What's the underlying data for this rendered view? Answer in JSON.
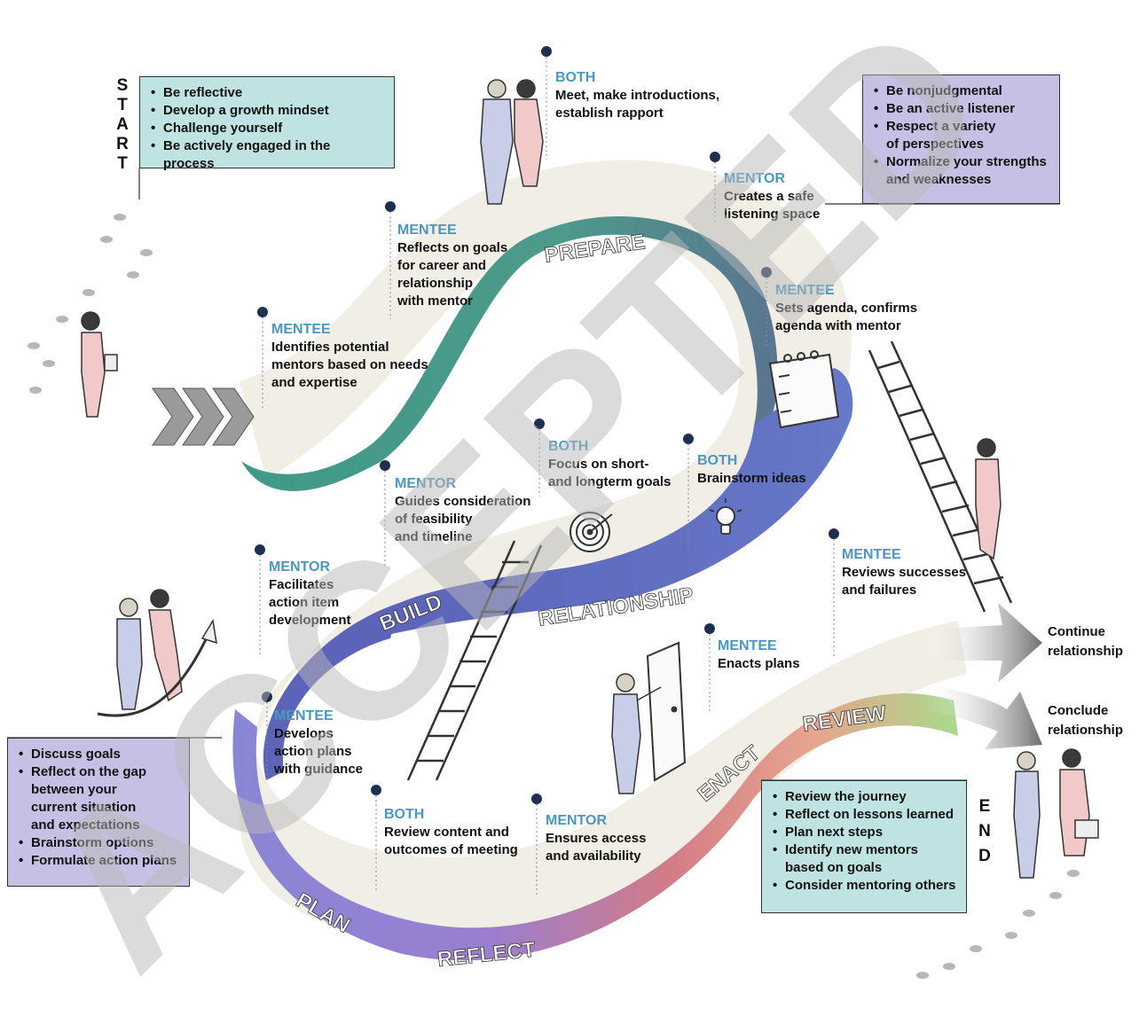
{
  "watermark": "ACCEPTED",
  "start_label": [
    "S",
    "T",
    "A",
    "R",
    "T"
  ],
  "end_label": [
    "E",
    "N",
    "D"
  ],
  "start_box": {
    "items": [
      "Be reflective",
      "Develop a growth mindset",
      "Challenge yourself",
      "Be actively engaged in the process"
    ]
  },
  "mentor_box": {
    "items": [
      "Be nonjudgmental",
      "Be an active listener",
      "Respect a variety\nof perspectives",
      "Normalize your strengths\nand weaknesses"
    ]
  },
  "left_box": {
    "items": [
      "Discuss goals",
      "Reflect on the gap\nbetween your\ncurrent situation\nand expectations",
      "Brainstorm options",
      "Formulate action plans"
    ]
  },
  "end_box": {
    "items": [
      "Review the journey",
      "Reflect on lessons learned",
      "Plan next steps",
      "Identify new mentors\nbased on goals",
      "Consider mentoring others"
    ]
  },
  "phases": {
    "prepare": "PREPARE",
    "build": "BUILD",
    "relationship": "RELATIONSHIP",
    "plan": "PLAN",
    "reflect": "REFLECT",
    "enact": "ENACT",
    "review": "REVIEW"
  },
  "steps": [
    {
      "role": "BOTH",
      "desc": "Meet, make introductions,\nestablish rapport"
    },
    {
      "role": "MENTOR",
      "desc": "Creates a safe\nlistening space"
    },
    {
      "role": "MENTEE",
      "desc": "Reflects on goals\nfor career and\nrelationship\nwith mentor"
    },
    {
      "role": "MENTEE",
      "desc": "Identifies potential\nmentors based on needs\nand expertise"
    },
    {
      "role": "MENTEE",
      "desc": "Sets agenda, confirms\nagenda with mentor"
    },
    {
      "role": "BOTH",
      "desc": "Focus on short-\nand longterm goals"
    },
    {
      "role": "BOTH",
      "desc": "Brainstorm ideas"
    },
    {
      "role": "MENTOR",
      "desc": "Guides consideration\nof feasibility\nand timeline"
    },
    {
      "role": "MENTOR",
      "desc": "Facilitates\naction item\ndevelopment"
    },
    {
      "role": "MENTEE",
      "desc": "Reviews successes\nand failures"
    },
    {
      "role": "MENTEE",
      "desc": "Enacts plans"
    },
    {
      "role": "MENTEE",
      "desc": "Develops\naction plans\nwith guidance"
    },
    {
      "role": "BOTH",
      "desc": "Review content and\noutcomes of meeting"
    },
    {
      "role": "MENTOR",
      "desc": "Ensures access\nand availability"
    }
  ],
  "outcomes": {
    "continue": "Continue\nrelationship",
    "conclude": "Conclude\nrelationship"
  },
  "colors": {
    "role": "#4a97c0",
    "teal_box": "#bfe3e3",
    "purple_box": "#c8c0e4",
    "ribbon_teal": "#3f9a87",
    "ribbon_blue": "#6678c8",
    "ribbon_purple": "#9a7ed0",
    "ribbon_red": "#d87878",
    "ribbon_green": "#a9d98a",
    "path": "#f0ede2",
    "dot": "#1e2f4f",
    "watermark": "#b8b8b8"
  }
}
